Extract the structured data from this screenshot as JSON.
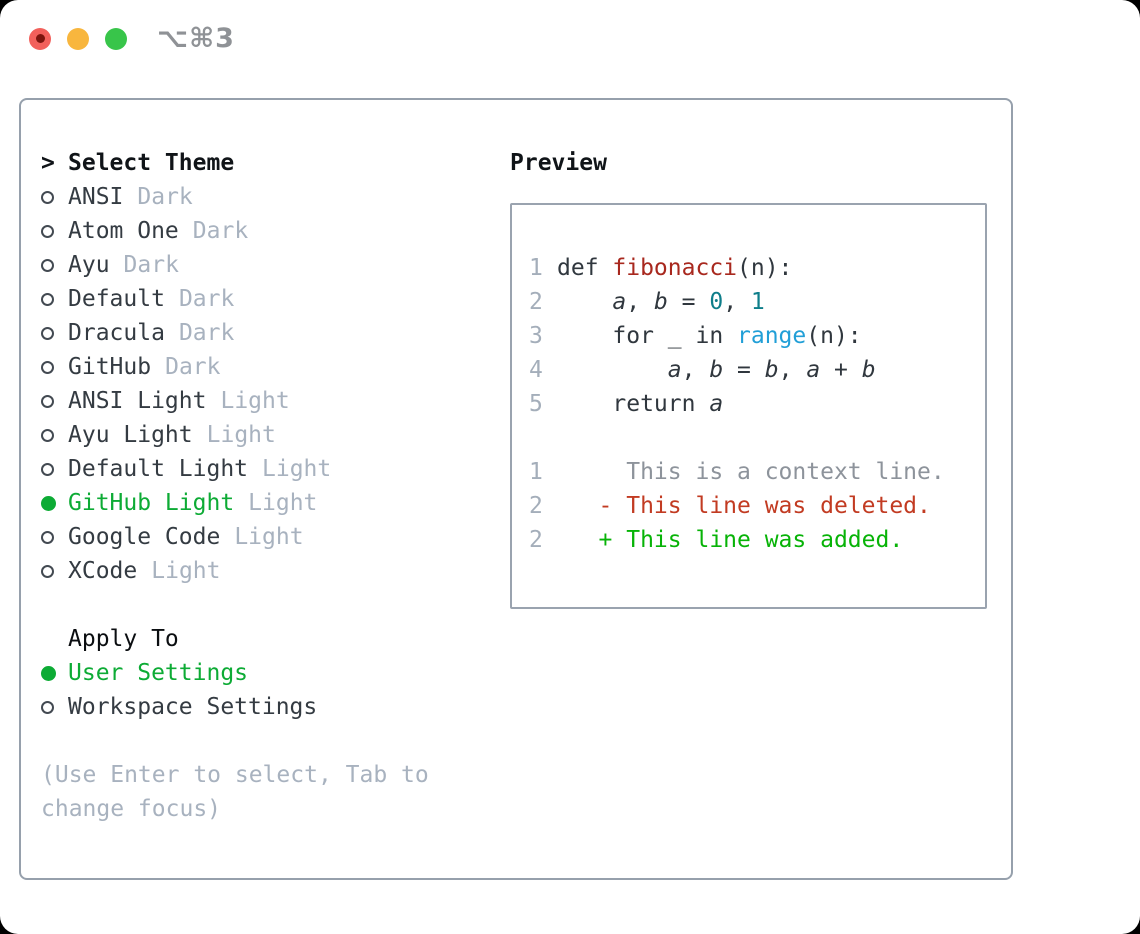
{
  "window": {
    "title": "⌥⌘3",
    "controls": [
      {
        "name": "close",
        "color": "#f2605b"
      },
      {
        "name": "minimize",
        "color": "#f8b63e"
      },
      {
        "name": "zoom",
        "color": "#38c54a"
      }
    ]
  },
  "theme_picker": {
    "header": "Select Theme",
    "prompt_char": ">",
    "selected_theme": "GitHub Light",
    "items": [
      {
        "name": "ANSI",
        "variant": "Dark",
        "selected": false
      },
      {
        "name": "Atom One",
        "variant": "Dark",
        "selected": false
      },
      {
        "name": "Ayu",
        "variant": "Dark",
        "selected": false
      },
      {
        "name": "Default",
        "variant": "Dark",
        "selected": false
      },
      {
        "name": "Dracula",
        "variant": "Dark",
        "selected": false
      },
      {
        "name": "GitHub",
        "variant": "Dark",
        "selected": false
      },
      {
        "name": "ANSI Light",
        "variant": "Light",
        "selected": false
      },
      {
        "name": "Ayu Light",
        "variant": "Light",
        "selected": false
      },
      {
        "name": "Default Light",
        "variant": "Light",
        "selected": false
      },
      {
        "name": "GitHub Light",
        "variant": "Light",
        "selected": true
      },
      {
        "name": "Google Code",
        "variant": "Light",
        "selected": false
      },
      {
        "name": "XCode",
        "variant": "Light",
        "selected": false
      }
    ],
    "apply_to": {
      "header": "Apply To",
      "options": [
        {
          "label": "User Settings",
          "selected": true
        },
        {
          "label": "Workspace Settings",
          "selected": false
        }
      ]
    },
    "hint": "(Use Enter to select, Tab to change focus)"
  },
  "preview": {
    "header": "Preview",
    "lines": [
      {
        "name": "code-line-1",
        "num": "1",
        "tokens": [
          {
            "t": "def ",
            "c": "text"
          },
          {
            "t": "fibonacci",
            "c": "func"
          },
          {
            "t": "(n):",
            "c": "text"
          }
        ]
      },
      {
        "name": "code-line-2",
        "num": "2",
        "tokens": [
          {
            "t": "    ",
            "c": "text"
          },
          {
            "t": "a",
            "c": "var"
          },
          {
            "t": ", ",
            "c": "text"
          },
          {
            "t": "b",
            "c": "var"
          },
          {
            "t": " = ",
            "c": "text"
          },
          {
            "t": "0",
            "c": "num"
          },
          {
            "t": ", ",
            "c": "text"
          },
          {
            "t": "1",
            "c": "num"
          }
        ]
      },
      {
        "name": "code-line-3",
        "num": "3",
        "tokens": [
          {
            "t": "    for _ in ",
            "c": "text"
          },
          {
            "t": "range",
            "c": "builtin"
          },
          {
            "t": "(n):",
            "c": "text"
          }
        ]
      },
      {
        "name": "code-line-4",
        "num": "4",
        "tokens": [
          {
            "t": "        ",
            "c": "text"
          },
          {
            "t": "a",
            "c": "var"
          },
          {
            "t": ", ",
            "c": "text"
          },
          {
            "t": "b",
            "c": "var"
          },
          {
            "t": " = ",
            "c": "text"
          },
          {
            "t": "b",
            "c": "var"
          },
          {
            "t": ", ",
            "c": "text"
          },
          {
            "t": "a",
            "c": "var"
          },
          {
            "t": " + ",
            "c": "text"
          },
          {
            "t": "b",
            "c": "var"
          }
        ]
      },
      {
        "name": "code-line-5",
        "num": "5",
        "tokens": [
          {
            "t": "    return ",
            "c": "text"
          },
          {
            "t": "a",
            "c": "var"
          }
        ]
      },
      {
        "name": "blank-line",
        "num": "",
        "tokens": []
      },
      {
        "name": "diff-context-line",
        "num": "1",
        "tokens": [
          {
            "t": "     This is a context line.",
            "c": "context"
          }
        ]
      },
      {
        "name": "diff-deleted-line",
        "num": "2",
        "tokens": [
          {
            "t": "   - This line was deleted.",
            "c": "deleted"
          }
        ]
      },
      {
        "name": "diff-added-line",
        "num": "2",
        "tokens": [
          {
            "t": "   + This line was added.",
            "c": "added"
          }
        ]
      }
    ]
  },
  "colors": {
    "accent_green": "#0dab35",
    "function_red": "#a8281e",
    "number_teal": "#0e7e8a",
    "builtin_blue": "#219fd7",
    "diff_deleted": "#c23b22",
    "diff_added": "#07b307",
    "muted_gray": "#a8b2bf",
    "panel_border": "#96a0ac"
  }
}
